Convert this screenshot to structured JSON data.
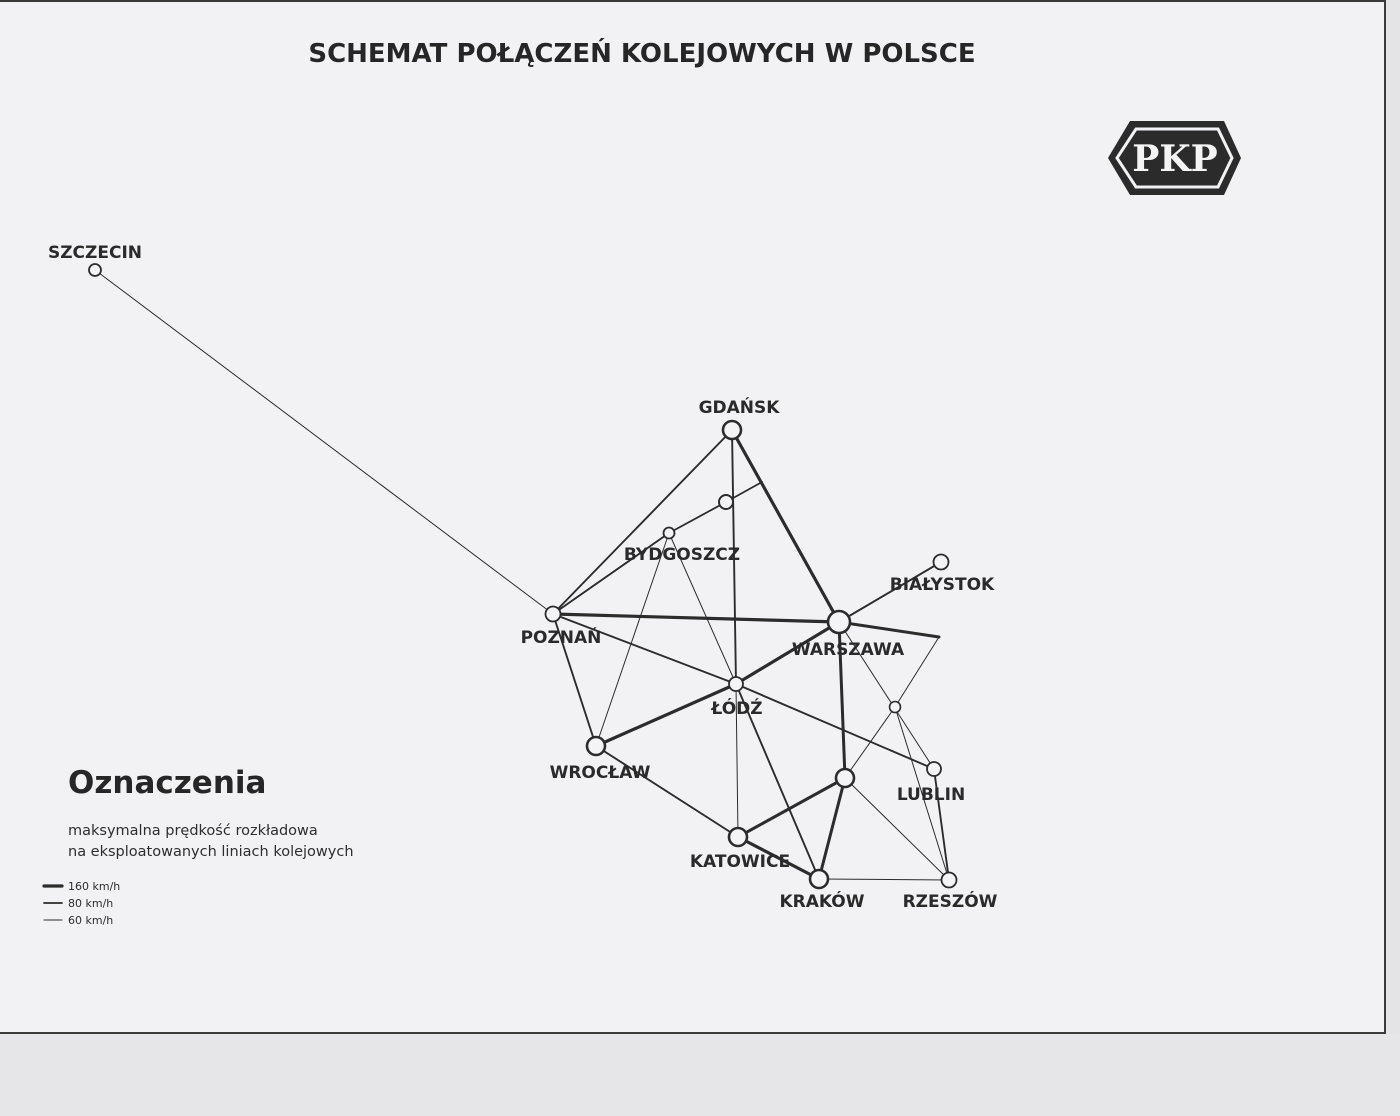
{
  "title": "SCHEMAT POŁĄCZEŃ KOLEJOWYCH W POLSCE",
  "logo": {
    "text": "PKP",
    "color": "#2b2b2b"
  },
  "colors": {
    "ink": "#2c2c2c",
    "paper": "#f2f2f4",
    "frame": "#3a3a3a"
  },
  "cities": [
    {
      "id": "szczecin",
      "label": "SZCZECIN"
    },
    {
      "id": "gdansk",
      "label": "GDAŃSK"
    },
    {
      "id": "bydgoszcz",
      "label": "BYDGOSZCZ"
    },
    {
      "id": "bialystok",
      "label": "BIAŁYSTOK"
    },
    {
      "id": "poznan",
      "label": "POZNAŃ"
    },
    {
      "id": "warszawa",
      "label": "WARSZAWA"
    },
    {
      "id": "lodz",
      "label": "ŁÓDŹ"
    },
    {
      "id": "wroclaw",
      "label": "WROCŁAW"
    },
    {
      "id": "lublin",
      "label": "LUBLIN"
    },
    {
      "id": "katowice",
      "label": "KATOWICE"
    },
    {
      "id": "krakow",
      "label": "KRAKÓW"
    },
    {
      "id": "rzeszow",
      "label": "RZESZÓW"
    }
  ],
  "connections": [
    {
      "from": "szczecin",
      "to": "poznan",
      "speed": "60 km/h"
    },
    {
      "from": "poznan",
      "to": "gdansk",
      "speed": "80 km/h"
    },
    {
      "from": "poznan",
      "to": "bydgoszcz",
      "speed": "80 km/h"
    },
    {
      "from": "poznan",
      "to": "warszawa",
      "speed": "160 km/h"
    },
    {
      "from": "poznan",
      "to": "lodz",
      "speed": "80 km/h"
    },
    {
      "from": "poznan",
      "to": "wroclaw",
      "speed": "80 km/h"
    },
    {
      "from": "gdansk",
      "to": "warszawa",
      "speed": "160 km/h"
    },
    {
      "from": "gdansk",
      "to": "lodz",
      "speed": "80 km/h"
    },
    {
      "from": "bydgoszcz",
      "to": "lodz",
      "speed": "60 km/h"
    },
    {
      "from": "bydgoszcz",
      "to": "wroclaw",
      "speed": "60 km/h"
    },
    {
      "from": "warszawa",
      "to": "bialystok",
      "speed": "80 km/h"
    },
    {
      "from": "warszawa",
      "to": "lodz",
      "speed": "160 km/h"
    },
    {
      "from": "warszawa",
      "to": "lublin",
      "speed": "60 km/h"
    },
    {
      "from": "lodz",
      "to": "wroclaw",
      "speed": "160 km/h"
    },
    {
      "from": "lodz",
      "to": "katowice",
      "speed": "60 km/h"
    },
    {
      "from": "lodz",
      "to": "lublin",
      "speed": "80 km/h"
    },
    {
      "from": "lodz",
      "to": "krakow",
      "speed": "80 km/h"
    },
    {
      "from": "wroclaw",
      "to": "katowice",
      "speed": "80 km/h"
    },
    {
      "from": "katowice",
      "to": "krakow",
      "speed": "160 km/h"
    },
    {
      "from": "krakow",
      "to": "rzeszow",
      "speed": "60 km/h"
    },
    {
      "from": "lublin",
      "to": "rzeszow",
      "speed": "80 km/h"
    }
  ],
  "legend": {
    "title": "Oznaczenia",
    "description_line1": "maksymalna prędkość rozkładowa",
    "description_line2": "na eksploatowanych liniach kolejowych",
    "items": [
      {
        "label": "160 km/h",
        "weight": "heavy"
      },
      {
        "label": "80 km/h",
        "weight": "medium"
      },
      {
        "label": "60 km/h",
        "weight": "light"
      }
    ]
  }
}
